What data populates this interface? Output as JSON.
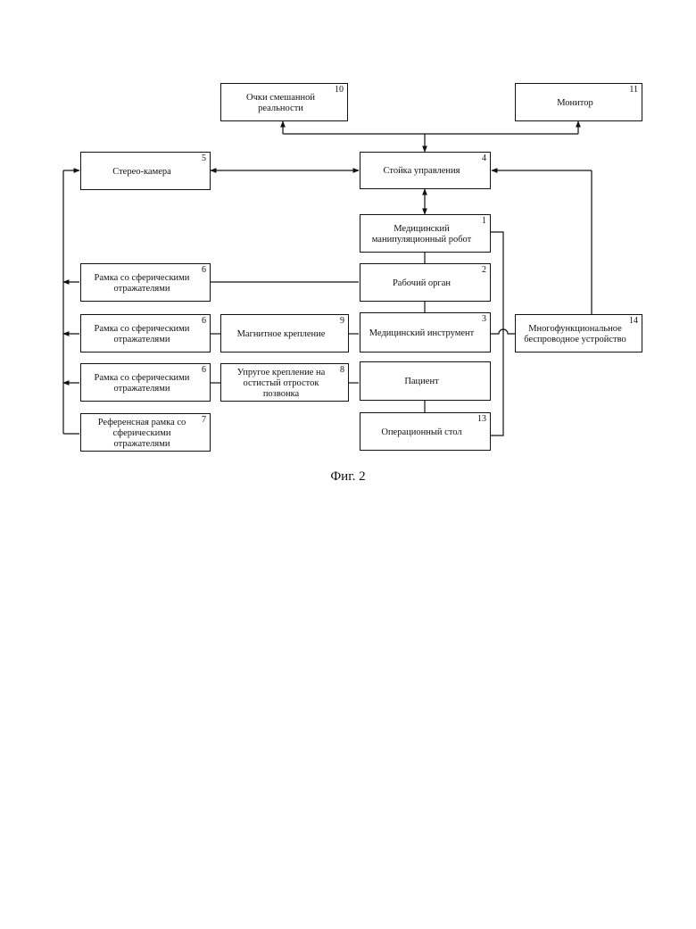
{
  "figure": {
    "caption": "Фиг. 2"
  },
  "blocks": [
    {
      "id": "glasses",
      "label": "Очки смешанной реальности",
      "number": "10"
    },
    {
      "id": "monitor",
      "label": "Монитор",
      "number": "11"
    },
    {
      "id": "stereo",
      "label": "Стерео-камера",
      "number": "5"
    },
    {
      "id": "control",
      "label": "Стойка управления",
      "number": "4"
    },
    {
      "id": "robot",
      "label": "Медицинский манипуляционный робот",
      "number": "1"
    },
    {
      "id": "frame1",
      "label": "Рамка со сферическими отражателями",
      "number": "6"
    },
    {
      "id": "organ",
      "label": "Рабочий орган",
      "number": "2"
    },
    {
      "id": "frame2",
      "label": "Рамка со сферическими отражателями",
      "number": "6"
    },
    {
      "id": "magnet",
      "label": "Магнитное крепление",
      "number": "9"
    },
    {
      "id": "instrument",
      "label": "Медицинский инструмент",
      "number": "3"
    },
    {
      "id": "wireless",
      "label": "Многофункциональное беспроводное устройство",
      "number": "14"
    },
    {
      "id": "frame3",
      "label": "Рамка со сферическими отражателями",
      "number": "6"
    },
    {
      "id": "elastic",
      "label": "Упругое крепление на остистый отросток позвонка",
      "number": "8"
    },
    {
      "id": "patient",
      "label": "Пациент",
      "number": ""
    },
    {
      "id": "refframe",
      "label": "Референсная рамка со сферическими отражателями",
      "number": "7"
    },
    {
      "id": "table",
      "label": "Операционный стол",
      "number": "13"
    }
  ]
}
